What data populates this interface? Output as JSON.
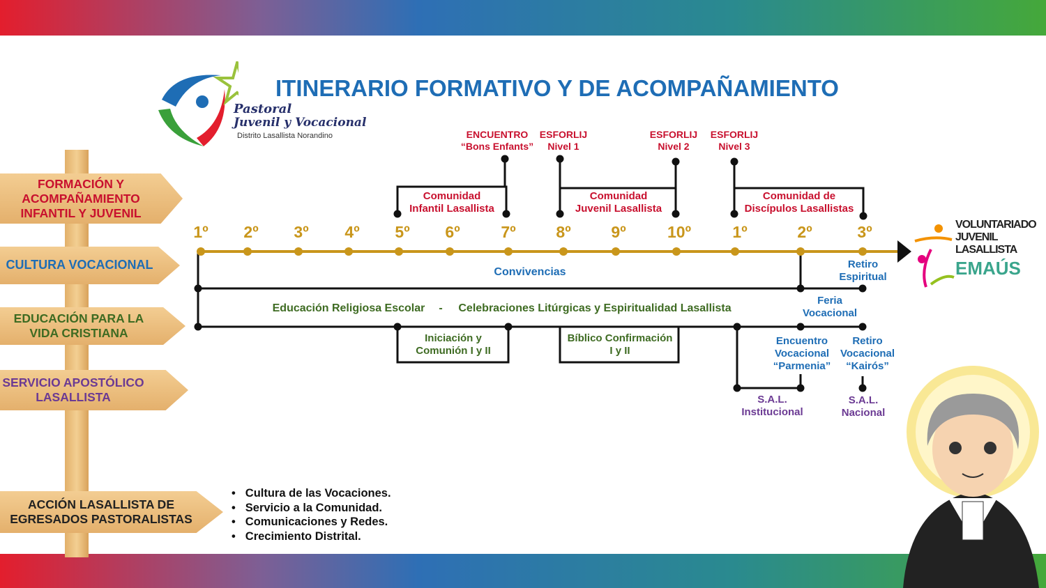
{
  "title": "ITINERARIO FORMATIVO Y DE ACOMPAÑAMIENTO",
  "logo": {
    "line1": "Pastoral",
    "line2": "Juvenil y Vocacional",
    "line3": "Distrito Lasallista Norandino"
  },
  "emaus_logo": {
    "l1": "VOLUNTARIADO",
    "l2": "JUVENIL",
    "l3": "LASALLISTA",
    "l4": "EMAÚS"
  },
  "signs": [
    "FORMACIÓN Y ACOMPAÑAMIENTO INFANTIL Y JUVENIL",
    "CULTURA VOCACIONAL",
    "EDUCACIÓN PARA LA VIDA CRISTIANA",
    "SERVICIO APOSTÓLICO LASALLISTA",
    "ACCIÓN LASALLISTA DE EGRESADOS PASTORALISTAS"
  ],
  "grades": [
    "1º",
    "2º",
    "3º",
    "4º",
    "5º",
    "6º",
    "7º",
    "8º",
    "9º",
    "10º",
    "1º",
    "2º",
    "3º"
  ],
  "top_events": {
    "encuentro": "ENCUENTRO “Bons Enfants”",
    "esf1": "ESFORLIJ Nivel 1",
    "esf2": "ESFORLIJ Nivel 2",
    "esf3": "ESFORLIJ Nivel 3"
  },
  "communities": [
    "Comunidad Infantil Lasallista",
    "Comunidad Juvenil Lasallista",
    "Comunidad de Discípulos Lasallistas"
  ],
  "vocational": {
    "convivencias": "Convivencias",
    "retiro_espiritual": "Retiro Espiritual",
    "feria": "Feria Vocacional",
    "encuentro": "Encuentro Vocacional “Parmenia”",
    "retiro_vocacional": "Retiro Vocacional “Kairós”"
  },
  "christian": {
    "ere": "Educación Religiosa Escolar",
    "sep": "-",
    "celebraciones": "Celebraciones Litúrgicas y Espiritualidad Lasallista",
    "iniciacion": "Iniciación y Comunión I y II",
    "biblico": "Bíblico Confirmación I y II"
  },
  "sal": {
    "institucional": "S.A.L. Institucional",
    "nacional": "S.A.L. Nacional"
  },
  "bullets": [
    "Cultura de las Vocaciones.",
    "Servicio a la Comunidad.",
    "Comunicaciones y Redes.",
    "Crecimiento Distrital."
  ]
}
